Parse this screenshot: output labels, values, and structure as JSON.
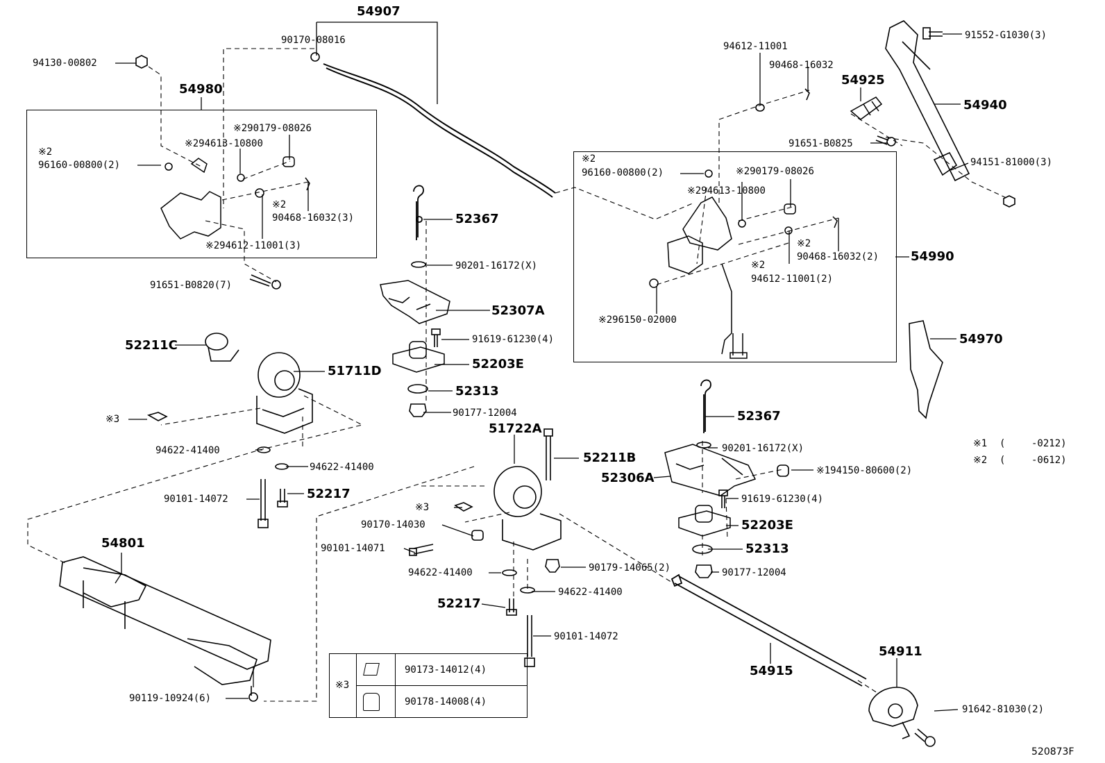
{
  "labels": {
    "p54907": "54907",
    "p90170_08016": "90170-08016",
    "p94130": "94130-00802",
    "p54980": "54980",
    "p90179_08026_l": "※290179-08026",
    "p94613_l": "※294613-10800",
    "p96160_l_a": "※2",
    "p96160_l_b": "96160-00800(2)",
    "p90468_l_a": "※2",
    "p90468_l_b": "90468-16032(3)",
    "p94612_l": "※294612-11001(3)",
    "p91651_b0820": "91651-B0820(7)",
    "p52367_a": "52367",
    "p90201_a": "90201-16172(X)",
    "p52307a": "52307A",
    "p91619_a": "91619-61230(4)",
    "p52203e_a": "52203E",
    "p52313_a": "52313",
    "p90177_a": "90177-12004",
    "p52211c": "52211C",
    "p51711d": "51711D",
    "p_x3_a": "※3",
    "p94622_a": "94622-41400",
    "p94622_b": "94622-41400",
    "p90101_14072_a": "90101-14072",
    "p52217_a": "52217",
    "p54801": "54801",
    "p90119": "90119-10924(6)",
    "p51722a": "51722A",
    "p52211b": "52211B",
    "p_x3_b": "※3",
    "p90170_14030": "90170-14030",
    "p90101_14071": "90101-14071",
    "p94622_c": "94622-41400",
    "p94622_d": "94622-41400",
    "p90179_14065": "90179-14065(2)",
    "p52217_b": "52217",
    "p90101_14072_b": "90101-14072",
    "p94612_11001": "94612-11001",
    "p90468_16032": "90468-16032",
    "p54925": "54925",
    "p91552": "91552-G1030(3)",
    "p54940": "54940",
    "p91651_b0825": "91651-B0825",
    "p94151": "94151-81000(3)",
    "p96160_r_a": "※2",
    "p96160_r_b": "96160-00800(2)",
    "p90179_08026_r": "※290179-08026",
    "p94613_r": "※294613-10800",
    "p90468_r_a": "※2",
    "p90468_r_b": "90468-16032(2)",
    "p54990": "54990",
    "p94612_r_a": "※2",
    "p94612_r_b": "94612-11001(2)",
    "p96150": "※296150-02000",
    "p54970": "54970",
    "p52367_b": "52367",
    "p90201_b": "90201-16172(X)",
    "p94150": "※194150-80600(2)",
    "p52306a": "52306A",
    "p91619_b": "91619-61230(4)",
    "p52203e_b": "52203E",
    "p52313_b": "52313",
    "p90177_b": "90177-12004",
    "p54915": "54915",
    "p54911": "54911",
    "p91642": "91642-81030(2)",
    "note1_mark": "※1",
    "note1_paren": "(",
    "note1_val": "-0212)",
    "note2_mark": "※2",
    "note2_paren": "(",
    "note2_val": "-0612)",
    "code": "520873F"
  },
  "inset_table": {
    "mark": "※3",
    "rows": [
      {
        "icon": "square-nut-icon",
        "part": "90173-14012(4)"
      },
      {
        "icon": "flange-nut-icon",
        "part": "90178-14008(4)"
      }
    ]
  }
}
